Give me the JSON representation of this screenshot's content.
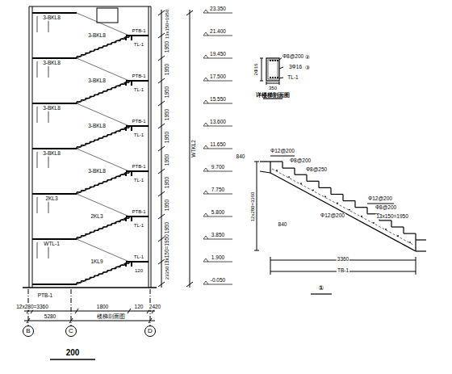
{
  "diagram": {
    "nodes": [
      {
        "text": [
          "B"
        ]
      },
      {
        "text": [
          "C"
        ]
      },
      {
        "text": [
          "D"
        ]
      }
    ],
    "labels": [
      "23.350",
      "21.400",
      "19.450",
      "17.500",
      "15.550",
      "13.600",
      "11.650",
      "9.700",
      "7.750",
      "5.800",
      "3.850",
      "1.900",
      "-0.050",
      "13x150=1950",
      "1950",
      "1950",
      "1950",
      "1950",
      "1950",
      "1950",
      "1950",
      "1950",
      "1950",
      "13x150=1950",
      "23350",
      "WTKL2",
      "3-BKL8",
      "3-BKL8",
      "3-BKL8",
      "3-BKL8",
      "2KL3",
      "WTL-1",
      "3-BKL8",
      "3-BKL8",
      "3-BKL8",
      "3-BKL8",
      "2KL3",
      "1KL9",
      "PTB-1",
      "PTB-1",
      "PTB-1",
      "PTB-1",
      "PTB-1",
      "PTB-1",
      "TL-1",
      "TL-1",
      "TL-1",
      "TL-1",
      "TL-1",
      "TL-1",
      "120",
      "12x280=3360",
      "1800",
      "120",
      "2420",
      "5280",
      "楼梯剖面图",
      "200",
      "350",
      "2Φ16",
      "Φ8@200",
      "3Φ16",
      "TL-1",
      "详楼梯剖面图",
      "840",
      "Φ12@200",
      "Φ8@200",
      "Φ8@250",
      "Φ12@200",
      "840",
      "Φ12@200",
      "Φ8@200",
      "13x150=1950",
      "12x280=3360",
      "3360",
      "TB-1",
      "①",
      "②",
      "③"
    ]
  }
}
